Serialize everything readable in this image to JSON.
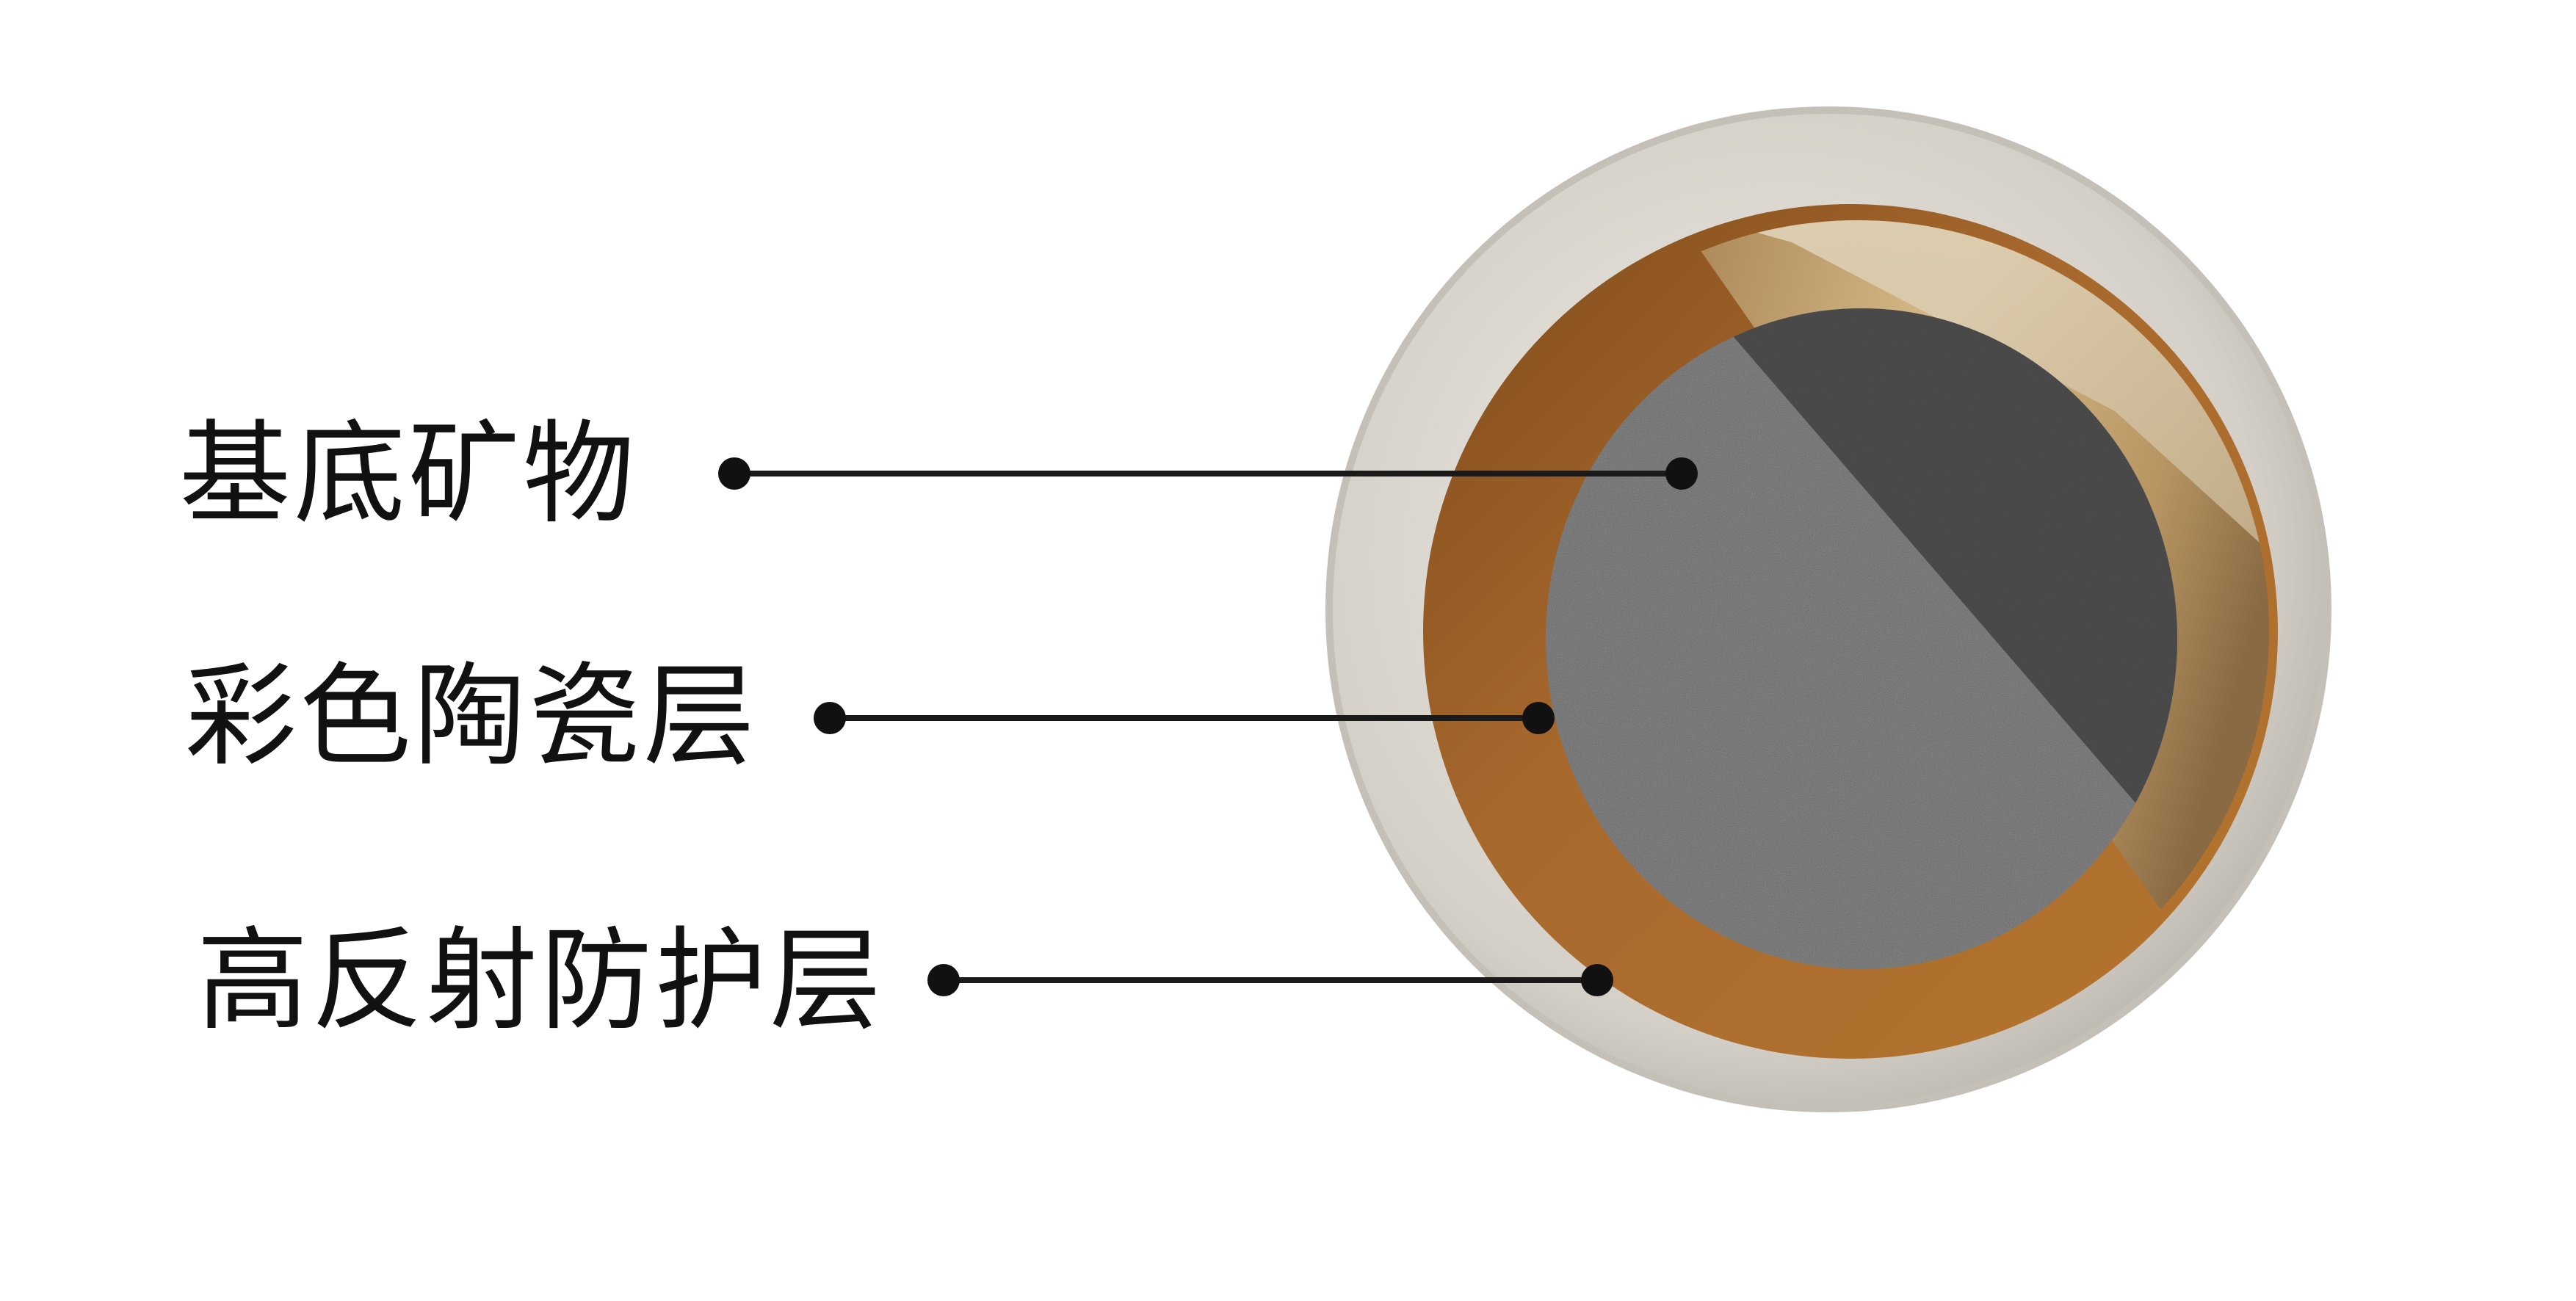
{
  "labels": {
    "mineral": "基底矿物",
    "ceramic": "彩色陶瓷层",
    "reflective": "高反射防护层"
  },
  "colors": {
    "background": "#ffffff",
    "text": "#111111",
    "leader_line": "#1a1a1a",
    "outer_shell": "#d8d4cc",
    "ceramic_layer": "#a4652a",
    "ceramic_cut_face": "#c9a36a",
    "mineral_core": "#7d7d7d",
    "mineral_core_shadow": "#3c3c3c"
  }
}
